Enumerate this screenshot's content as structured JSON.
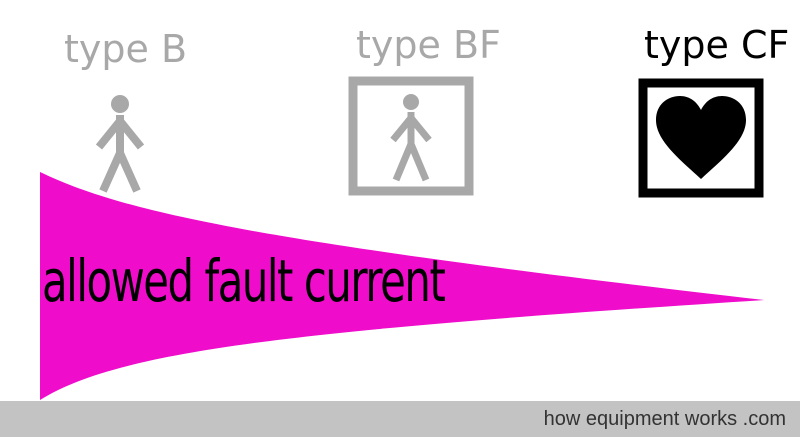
{
  "labels": {
    "type_b": "type B",
    "type_bf": "type BF",
    "type_cf": "type CF",
    "wedge": "allowed fault current"
  },
  "footer": {
    "credit": "how equipment works .com"
  },
  "icons": {
    "type_b": "person-figure-icon",
    "type_bf": "person-in-square-icon",
    "type_cf": "heart-in-square-icon"
  },
  "colors": {
    "wedge": "#f00ccb",
    "inactive": "#a8a8a8",
    "active": "#000000",
    "footer_bg": "#c3c3c3"
  }
}
